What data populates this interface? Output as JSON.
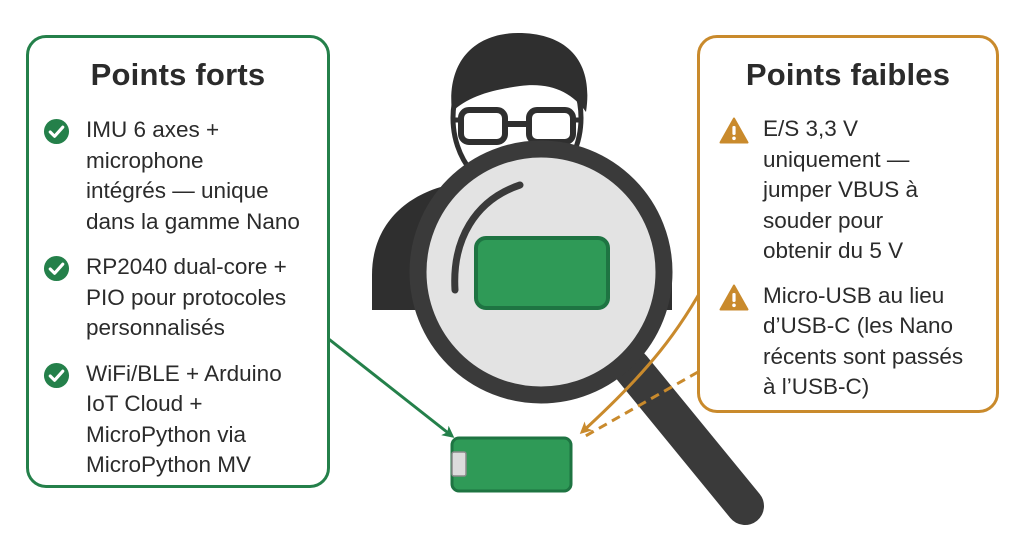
{
  "colors": {
    "strengths_accent": "#24804a",
    "weaknesses_accent": "#c98a2c",
    "text": "#2b2b2b",
    "board_green": "#2f9a57",
    "magnifier_handle": "#3a3a3a"
  },
  "strengths": {
    "title": "Points forts",
    "icon": "check-circle-icon",
    "items": [
      {
        "text": "IMU 6 axes +\nmicrophone\nintégrés — unique\ndans la gamme Nano"
      },
      {
        "text": "RP2040 dual-core +\nPIO pour protocoles\npersonnalisés"
      },
      {
        "text": "WiFi/BLE + Arduino\nIoT Cloud +\nMicroPython via\nMicroPython MV"
      }
    ]
  },
  "weaknesses": {
    "title": "Points faibles",
    "icon": "warning-triangle-icon",
    "items": [
      {
        "text": "E/S 3,3 V\nuniquement —\njumper VBUS à\nsouder pour\nobtenir du 5 V"
      },
      {
        "text": "Micro-USB au lieu\nd’USB-C (les Nano\nrécents sont passés\nà l’USB-C)"
      }
    ]
  },
  "illustration": {
    "figure": "person-with-glasses-icon",
    "tool": "magnifying-glass-icon",
    "magnified_item": "board-chip-icon",
    "board": "arduino-nano-board-icon"
  }
}
